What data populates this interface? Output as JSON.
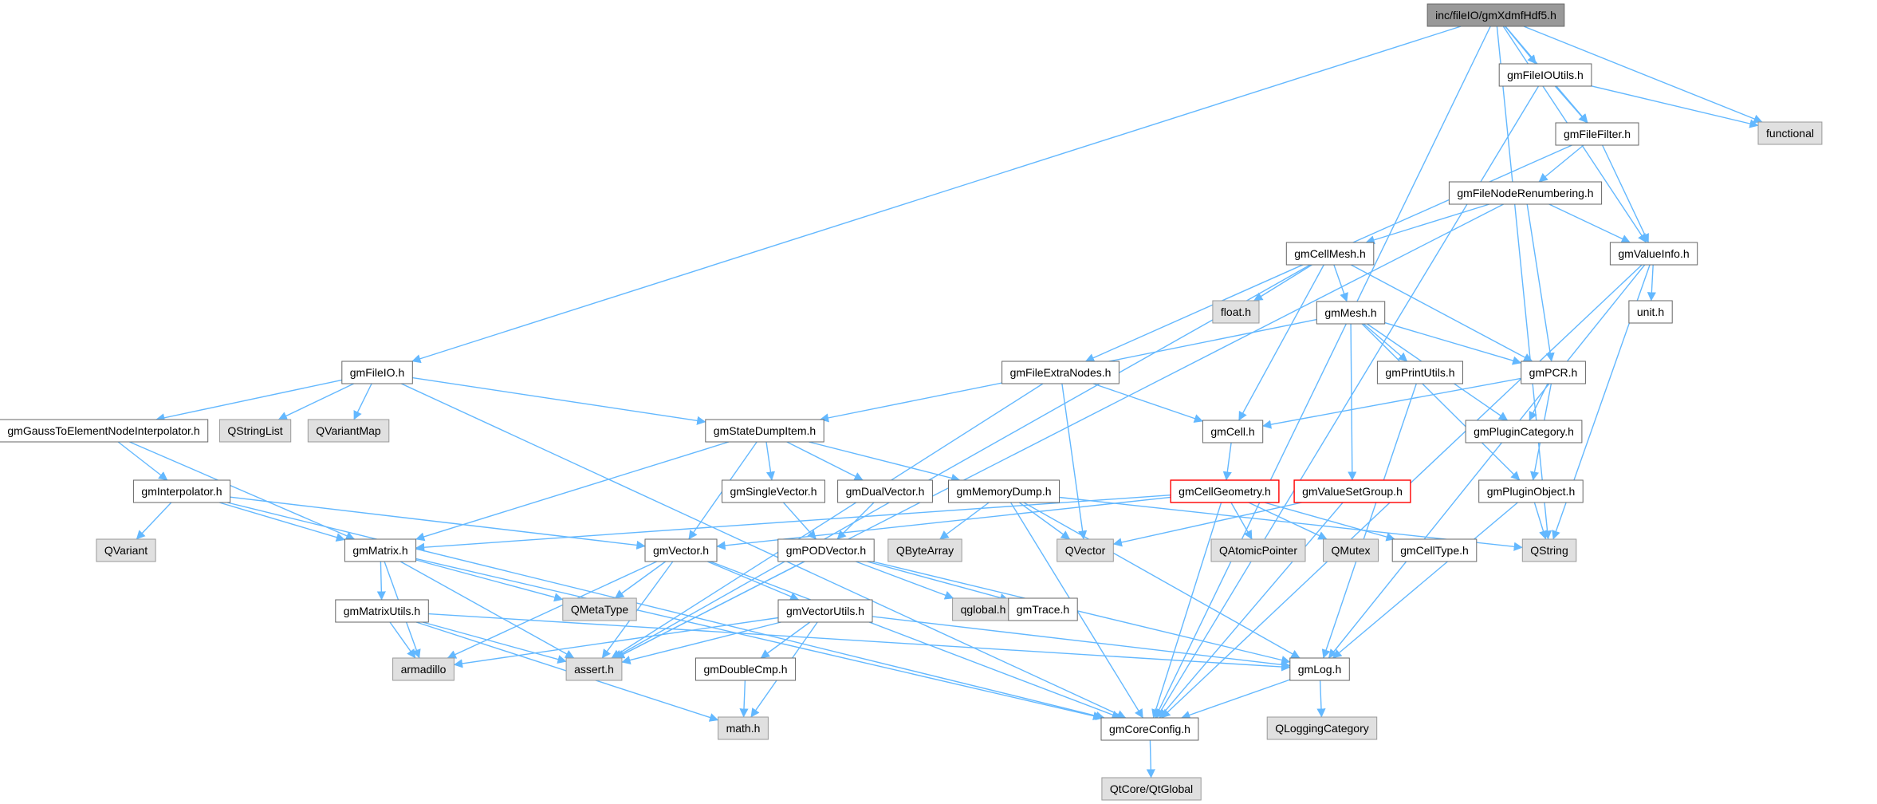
{
  "colors": {
    "edge": "#63b8ff",
    "node_border": "#666666",
    "node_fill": "#ffffff",
    "root_fill": "#999999",
    "root_border": "#666666",
    "external_fill": "#e0e0e0",
    "external_border": "#999999",
    "truncated_border": "#ff0000"
  },
  "graph": {
    "nodes": [
      {
        "id": "root",
        "label": "inc/fileIO/gmXdmfHdf5.h",
        "kind": "root"
      },
      {
        "id": "fileioutils",
        "label": "gmFileIOUtils.h",
        "kind": "normal"
      },
      {
        "id": "functional",
        "label": "functional",
        "kind": "external"
      },
      {
        "id": "filefilter",
        "label": "gmFileFilter.h",
        "kind": "normal"
      },
      {
        "id": "filenoderenum",
        "label": "gmFileNodeRenumbering.h",
        "kind": "normal"
      },
      {
        "id": "valueinfo",
        "label": "gmValueInfo.h",
        "kind": "normal"
      },
      {
        "id": "cellmesh",
        "label": "gmCellMesh.h",
        "kind": "normal"
      },
      {
        "id": "floath",
        "label": "float.h",
        "kind": "external"
      },
      {
        "id": "unith",
        "label": "unit.h",
        "kind": "normal"
      },
      {
        "id": "mesh",
        "label": "gmMesh.h",
        "kind": "normal"
      },
      {
        "id": "fileio",
        "label": "gmFileIO.h",
        "kind": "normal"
      },
      {
        "id": "fileextranodes",
        "label": "gmFileExtraNodes.h",
        "kind": "normal"
      },
      {
        "id": "printutils",
        "label": "gmPrintUtils.h",
        "kind": "normal"
      },
      {
        "id": "pcr",
        "label": "gmPCR.h",
        "kind": "normal"
      },
      {
        "id": "gauss",
        "label": "gmGaussToElementNodeInterpolator.h",
        "kind": "normal"
      },
      {
        "id": "qstringlist",
        "label": "QStringList",
        "kind": "external"
      },
      {
        "id": "qvariantmap",
        "label": "QVariantMap",
        "kind": "external"
      },
      {
        "id": "statedump",
        "label": "gmStateDumpItem.h",
        "kind": "normal"
      },
      {
        "id": "cell",
        "label": "gmCell.h",
        "kind": "normal"
      },
      {
        "id": "plugincat",
        "label": "gmPluginCategory.h",
        "kind": "normal"
      },
      {
        "id": "interp",
        "label": "gmInterpolator.h",
        "kind": "normal"
      },
      {
        "id": "singlevec",
        "label": "gmSingleVector.h",
        "kind": "normal"
      },
      {
        "id": "dualvec",
        "label": "gmDualVector.h",
        "kind": "normal"
      },
      {
        "id": "memdump",
        "label": "gmMemoryDump.h",
        "kind": "normal"
      },
      {
        "id": "cellgeom",
        "label": "gmCellGeometry.h",
        "kind": "truncated"
      },
      {
        "id": "valueset",
        "label": "gmValueSetGroup.h",
        "kind": "truncated"
      },
      {
        "id": "pluginobj",
        "label": "gmPluginObject.h",
        "kind": "normal"
      },
      {
        "id": "qvariant",
        "label": "QVariant",
        "kind": "external"
      },
      {
        "id": "matrix",
        "label": "gmMatrix.h",
        "kind": "normal"
      },
      {
        "id": "vector",
        "label": "gmVector.h",
        "kind": "normal"
      },
      {
        "id": "podvec",
        "label": "gmPODVector.h",
        "kind": "normal"
      },
      {
        "id": "qbytearray",
        "label": "QByteArray",
        "kind": "external"
      },
      {
        "id": "qvector",
        "label": "QVector",
        "kind": "external"
      },
      {
        "id": "qatomic",
        "label": "QAtomicPointer",
        "kind": "external"
      },
      {
        "id": "qmutex",
        "label": "QMutex",
        "kind": "external"
      },
      {
        "id": "celltype",
        "label": "gmCellType.h",
        "kind": "normal"
      },
      {
        "id": "qstring",
        "label": "QString",
        "kind": "external"
      },
      {
        "id": "qmetatype",
        "label": "QMetaType",
        "kind": "external"
      },
      {
        "id": "qglobal",
        "label": "qglobal.h",
        "kind": "external"
      },
      {
        "id": "trace",
        "label": "gmTrace.h",
        "kind": "normal"
      },
      {
        "id": "matrixutils",
        "label": "gmMatrixUtils.h",
        "kind": "normal"
      },
      {
        "id": "vectorutils",
        "label": "gmVectorUtils.h",
        "kind": "normal"
      },
      {
        "id": "armadillo",
        "label": "armadillo",
        "kind": "external"
      },
      {
        "id": "asserth",
        "label": "assert.h",
        "kind": "external"
      },
      {
        "id": "doublecmp",
        "label": "gmDoubleCmp.h",
        "kind": "normal"
      },
      {
        "id": "log",
        "label": "gmLog.h",
        "kind": "normal"
      },
      {
        "id": "mathh",
        "label": "math.h",
        "kind": "external"
      },
      {
        "id": "coreconfig",
        "label": "gmCoreConfig.h",
        "kind": "normal"
      },
      {
        "id": "qlogging",
        "label": "QLoggingCategory",
        "kind": "external"
      },
      {
        "id": "qtglobal",
        "label": "QtCore/QtGlobal",
        "kind": "external"
      }
    ],
    "edges": [
      [
        "root",
        "fileioutils"
      ],
      [
        "root",
        "functional"
      ],
      [
        "root",
        "filefilter"
      ],
      [
        "root",
        "valueinfo"
      ],
      [
        "root",
        "fileio"
      ],
      [
        "root",
        "qstring"
      ],
      [
        "root",
        "coreconfig"
      ],
      [
        "fileioutils",
        "filefilter"
      ],
      [
        "fileioutils",
        "functional"
      ],
      [
        "fileioutils",
        "coreconfig"
      ],
      [
        "filefilter",
        "filenoderenum"
      ],
      [
        "filefilter",
        "valueinfo"
      ],
      [
        "filefilter",
        "fileextranodes"
      ],
      [
        "filenoderenum",
        "cellmesh"
      ],
      [
        "filenoderenum",
        "valueinfo"
      ],
      [
        "filenoderenum",
        "pcr"
      ],
      [
        "filenoderenum",
        "asserth"
      ],
      [
        "valueinfo",
        "unith"
      ],
      [
        "valueinfo",
        "qstring"
      ],
      [
        "valueinfo",
        "log"
      ],
      [
        "valueinfo",
        "coreconfig"
      ],
      [
        "cellmesh",
        "floath"
      ],
      [
        "cellmesh",
        "mesh"
      ],
      [
        "cellmesh",
        "pcr"
      ],
      [
        "cellmesh",
        "cell"
      ],
      [
        "cellmesh",
        "asserth"
      ],
      [
        "mesh",
        "printutils"
      ],
      [
        "mesh",
        "pcr"
      ],
      [
        "mesh",
        "plugincat"
      ],
      [
        "mesh",
        "pluginobj"
      ],
      [
        "mesh",
        "valueset"
      ],
      [
        "mesh",
        "statedump"
      ],
      [
        "fileio",
        "gauss"
      ],
      [
        "fileio",
        "qstringlist"
      ],
      [
        "fileio",
        "qvariantmap"
      ],
      [
        "fileio",
        "statedump"
      ],
      [
        "fileio",
        "coreconfig"
      ],
      [
        "fileextranodes",
        "cell"
      ],
      [
        "fileextranodes",
        "qvector"
      ],
      [
        "fileextranodes",
        "asserth"
      ],
      [
        "printutils",
        "log"
      ],
      [
        "pcr",
        "cell"
      ],
      [
        "pcr",
        "plugincat"
      ],
      [
        "pcr",
        "pluginobj"
      ],
      [
        "gauss",
        "interp"
      ],
      [
        "gauss",
        "matrix"
      ],
      [
        "statedump",
        "singlevec"
      ],
      [
        "statedump",
        "dualvec"
      ],
      [
        "statedump",
        "memdump"
      ],
      [
        "statedump",
        "vector"
      ],
      [
        "statedump",
        "matrix"
      ],
      [
        "cell",
        "cellgeom"
      ],
      [
        "interp",
        "qvariant"
      ],
      [
        "interp",
        "matrix"
      ],
      [
        "interp",
        "vector"
      ],
      [
        "interp",
        "coreconfig"
      ],
      [
        "singlevec",
        "podvec"
      ],
      [
        "dualvec",
        "podvec"
      ],
      [
        "memdump",
        "qbytearray"
      ],
      [
        "memdump",
        "qvector"
      ],
      [
        "memdump",
        "qstring"
      ],
      [
        "memdump",
        "log"
      ],
      [
        "memdump",
        "coreconfig"
      ],
      [
        "cellgeom",
        "matrix"
      ],
      [
        "cellgeom",
        "vector"
      ],
      [
        "cellgeom",
        "qatomic"
      ],
      [
        "cellgeom",
        "qmutex"
      ],
      [
        "cellgeom",
        "celltype"
      ],
      [
        "cellgeom",
        "coreconfig"
      ],
      [
        "valueset",
        "qvector"
      ],
      [
        "valueset",
        "coreconfig"
      ],
      [
        "pluginobj",
        "qstring"
      ],
      [
        "pluginobj",
        "log"
      ],
      [
        "matrix",
        "matrixutils"
      ],
      [
        "matrix",
        "qmetatype"
      ],
      [
        "matrix",
        "armadillo"
      ],
      [
        "matrix",
        "asserth"
      ],
      [
        "matrix",
        "coreconfig"
      ],
      [
        "vector",
        "qmetatype"
      ],
      [
        "vector",
        "vectorutils"
      ],
      [
        "vector",
        "armadillo"
      ],
      [
        "vector",
        "asserth"
      ],
      [
        "vector",
        "coreconfig"
      ],
      [
        "podvec",
        "qglobal"
      ],
      [
        "podvec",
        "trace"
      ],
      [
        "podvec",
        "log"
      ],
      [
        "podvec",
        "asserth"
      ],
      [
        "matrixutils",
        "armadillo"
      ],
      [
        "matrixutils",
        "asserth"
      ],
      [
        "matrixutils",
        "mathh"
      ],
      [
        "matrixutils",
        "log"
      ],
      [
        "vectorutils",
        "doublecmp"
      ],
      [
        "vectorutils",
        "mathh"
      ],
      [
        "vectorutils",
        "armadillo"
      ],
      [
        "vectorutils",
        "asserth"
      ],
      [
        "vectorutils",
        "log"
      ],
      [
        "doublecmp",
        "mathh"
      ],
      [
        "log",
        "qlogging"
      ],
      [
        "log",
        "coreconfig"
      ],
      [
        "coreconfig",
        "qtglobal"
      ]
    ]
  }
}
